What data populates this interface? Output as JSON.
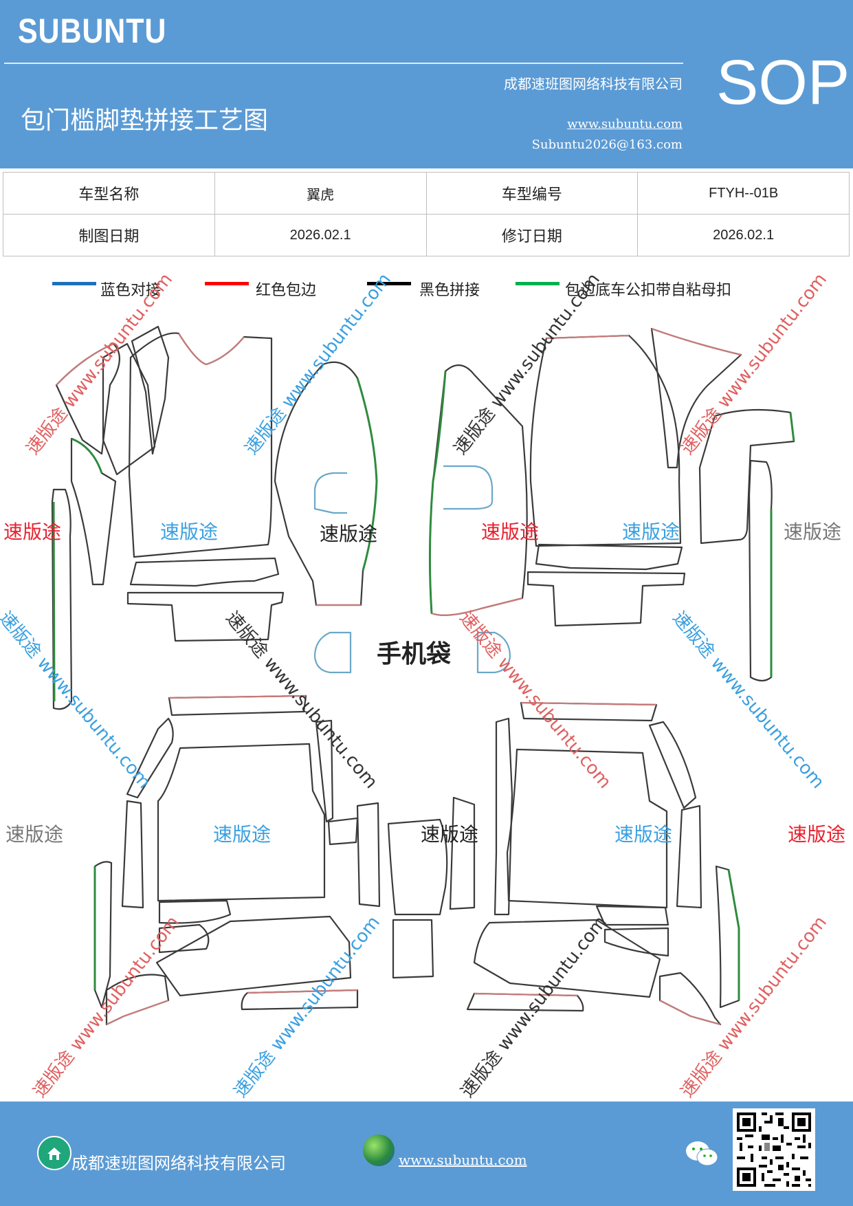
{
  "header": {
    "brand": "SUBUNTU",
    "title": "包门槛脚垫拼接工艺图",
    "company": "成都速班图网络科技有限公司",
    "website": "www.subuntu.com",
    "email": "Subuntu2026@163.com",
    "badge": "SOP"
  },
  "info_table": {
    "row1": [
      "车型名称",
      "翼虎",
      "车型编号",
      "FTYH--01B"
    ],
    "row2": [
      "制图日期",
      "2026.02.1",
      "修订日期",
      "2026.02.1"
    ]
  },
  "legend": [
    {
      "label": "蓝色对接",
      "color": "#1f6fbf"
    },
    {
      "label": "红色包边",
      "color": "#ff0000"
    },
    {
      "label": "黑色拼接",
      "color": "#000000"
    },
    {
      "label": "包边底车公扣带自粘母扣",
      "color": "#00b050"
    }
  ],
  "diagram": {
    "center_label": "手机袋",
    "watermark_cn": "速版途",
    "watermark_url": "www.subuntu.com",
    "colors": {
      "outline": "#3a3a3a",
      "edge_red": "#c87b7b",
      "edge_green": "#2e8b3e",
      "edge_blue": "#6aa8c8"
    }
  },
  "footer": {
    "company": "成都速班图网络科技有限公司",
    "website": "www.subuntu.com"
  },
  "icons": [
    "home-icon",
    "globe-icon",
    "wechat-icon",
    "qr-code-icon"
  ]
}
